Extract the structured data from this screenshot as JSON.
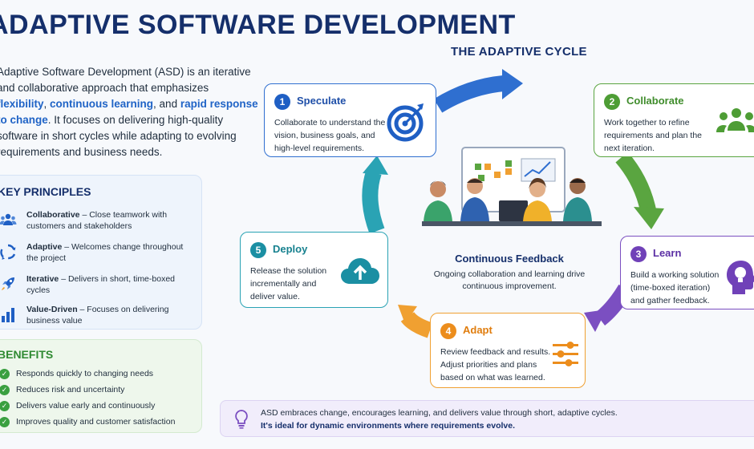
{
  "title": "ADAPTIVE SOFTWARE DEVELOPMENT",
  "intro": {
    "part1": "Adaptive Software Development (ASD) is an iterative and collaborative approach that emphasizes ",
    "hl1": "flexibility",
    "part2": ", ",
    "hl2": "continuous learning",
    "part3": ", and ",
    "hl3": "rapid response to change",
    "part4": ". It focuses on delivering high-quality software in short cycles while adapting to evolving requirements and business needs."
  },
  "key_principles": {
    "title": "KEY PRINCIPLES",
    "items": [
      {
        "name": "Collaborative",
        "desc": " – Close teamwork with customers and stakeholders",
        "icon": "team-icon"
      },
      {
        "name": "Adaptive",
        "desc": " – Welcomes change throughout the project",
        "icon": "cycle-icon"
      },
      {
        "name": "Iterative",
        "desc": " – Delivers in short, time-boxed cycles",
        "icon": "rocket-icon"
      },
      {
        "name": "Value-Driven",
        "desc": " – Focuses on delivering business value",
        "icon": "bar-chart-icon"
      }
    ]
  },
  "benefits": {
    "title": "BENEFITS",
    "items": [
      "Responds quickly to changing needs",
      "Reduces risk and uncertainty",
      "Delivers value early and continuously",
      "Improves quality and customer satisfaction"
    ]
  },
  "cycle": {
    "title": "THE ADAPTIVE CYCLE",
    "stages": {
      "speculate": {
        "num": "1",
        "title": "Speculate",
        "desc": "Collaborate to understand the vision, business goals, and high-level requirements.",
        "icon": "target-icon",
        "color": "#1f5fc4"
      },
      "collaborate": {
        "num": "2",
        "title": "Collaborate",
        "desc": "Work together to refine requirements and plan the next iteration.",
        "icon": "group-icon",
        "color": "#4e9d35"
      },
      "learn": {
        "num": "3",
        "title": "Learn",
        "desc": "Build a working solution (time-boxed iteration) and gather feedback.",
        "icon": "lightbulb-head-icon",
        "color": "#7041b8"
      },
      "adapt": {
        "num": "4",
        "title": "Adapt",
        "desc": "Review feedback and results. Adjust priorities and plans based on what was learned.",
        "icon": "sliders-icon",
        "color": "#ec8d1c"
      },
      "deploy": {
        "num": "5",
        "title": "Deploy",
        "desc": "Release the solution incrementally and deliver value.",
        "icon": "cloud-upload-icon",
        "color": "#1b8fa3"
      }
    },
    "center": {
      "title": "Continuous Feedback",
      "desc": "Ongoing collaboration and learning drive continuous improvement."
    }
  },
  "footer": {
    "line1": "ASD embraces change, encourages learning, and delivers value through short, adaptive cycles.",
    "line2": "It's ideal for dynamic environments where requirements evolve.",
    "icon": "lightbulb-icon"
  }
}
